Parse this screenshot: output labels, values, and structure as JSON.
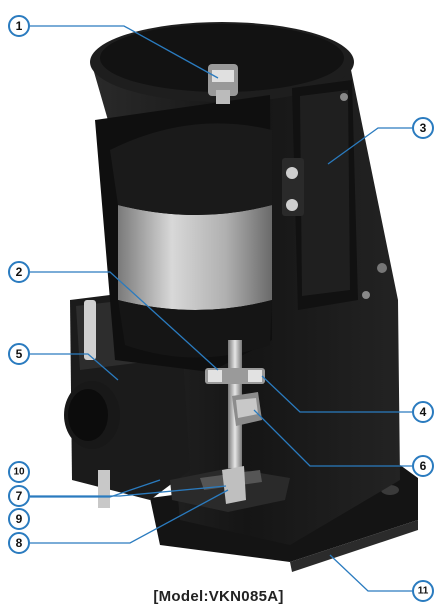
{
  "figure": {
    "caption": "[Model:VKN085A]",
    "callouts": [
      {
        "number": "1"
      },
      {
        "number": "2"
      },
      {
        "number": "3"
      },
      {
        "number": "4"
      },
      {
        "number": "5"
      },
      {
        "number": "6"
      },
      {
        "number": "7"
      },
      {
        "number": "8"
      },
      {
        "number": "9"
      },
      {
        "number": "10"
      },
      {
        "number": "11"
      }
    ],
    "colors": {
      "callout_border": "#2a7bbf",
      "callout_fill": "#ffffff",
      "leader_line": "#2a7bbf",
      "housing_dark": "#1c1c1c",
      "motor_silver": "#b8b8b8"
    }
  }
}
